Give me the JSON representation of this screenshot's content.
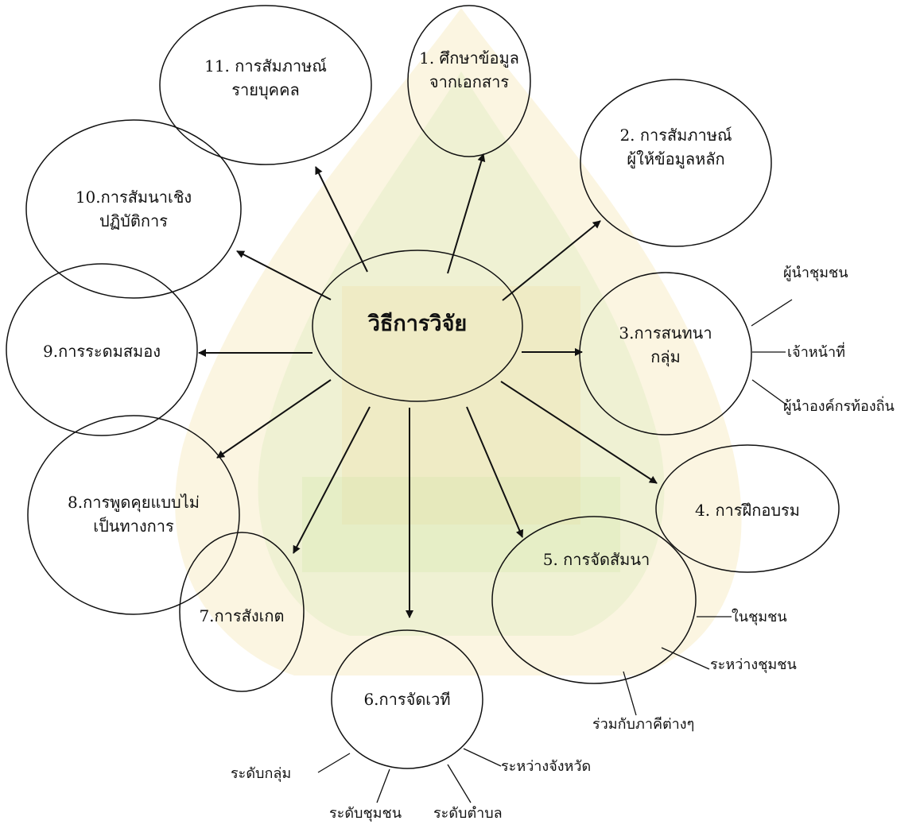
{
  "center": {
    "label": "วิธีการวิจัย"
  },
  "methods": [
    {
      "id": "1",
      "lines": [
        "1. ศึกษาข้อมูล",
        "จากเอกสาร"
      ]
    },
    {
      "id": "2",
      "lines": [
        "2. การสัมภาษณ์",
        "ผู้ให้ข้อมูลหลัก"
      ]
    },
    {
      "id": "3",
      "lines": [
        "3.การสนทนา",
        "กลุ่ม"
      ]
    },
    {
      "id": "4",
      "lines": [
        "4. การฝึกอบรม"
      ]
    },
    {
      "id": "5",
      "lines": [
        "5. การจัดสัมนา"
      ]
    },
    {
      "id": "6",
      "lines": [
        "6.การจัดเวที"
      ]
    },
    {
      "id": "7",
      "lines": [
        "7.การสังเกต"
      ]
    },
    {
      "id": "8",
      "lines": [
        "8.การพูดคุยแบบไม่",
        "เป็นทางการ"
      ]
    },
    {
      "id": "9",
      "lines": [
        "9.การระดมสมอง"
      ]
    },
    {
      "id": "10",
      "lines": [
        "10.การสัมนาเชิง",
        "ปฏิบัติการ"
      ]
    },
    {
      "id": "11",
      "lines": [
        "11. การสัมภาษณ์",
        "รายบุคคล"
      ]
    }
  ],
  "sub_items": {
    "m3": [
      "ผู้นำชุมชน",
      "เจ้าหน้าที่",
      "ผู้นำองค์กรท้องถิ่น"
    ],
    "m5": [
      "ในชุมชน",
      "ระหว่างชุมชน",
      "ร่วมกับภาคีต่างๆ"
    ],
    "m6": [
      "ระดับกลุ่ม",
      "ระดับชุมชน",
      "ระดับตำบล",
      "ระหว่างจังหวัด"
    ]
  },
  "colors": {
    "stroke": "#111111",
    "watermark_gold": "#e8c96a",
    "watermark_green": "#b8d98a"
  }
}
